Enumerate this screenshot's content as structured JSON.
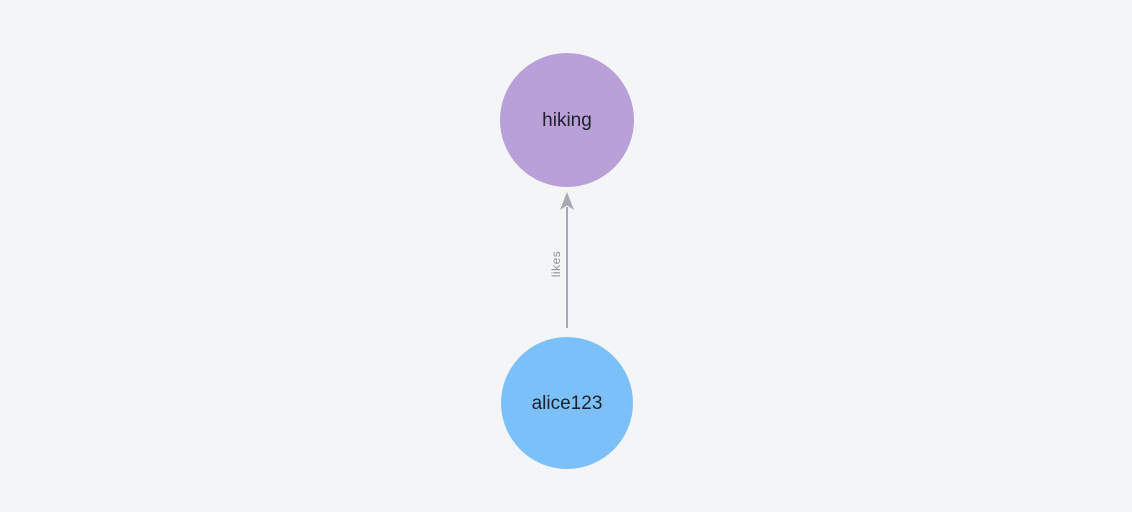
{
  "app": {
    "background": "#f4f5f6"
  },
  "graph": {
    "nodes": [
      {
        "id": "hiking",
        "label": "hiking",
        "fill": "#b9a0d8",
        "text_color": "#1d2129"
      },
      {
        "id": "alice123",
        "label": "alice123",
        "fill": "#7cc0fa",
        "text_color": "#1d2129"
      }
    ],
    "edges": [
      {
        "from": "alice123",
        "to": "hiking",
        "label": "likes",
        "line_color": "#a6aab2",
        "label_color": "#8d929b"
      }
    ]
  }
}
